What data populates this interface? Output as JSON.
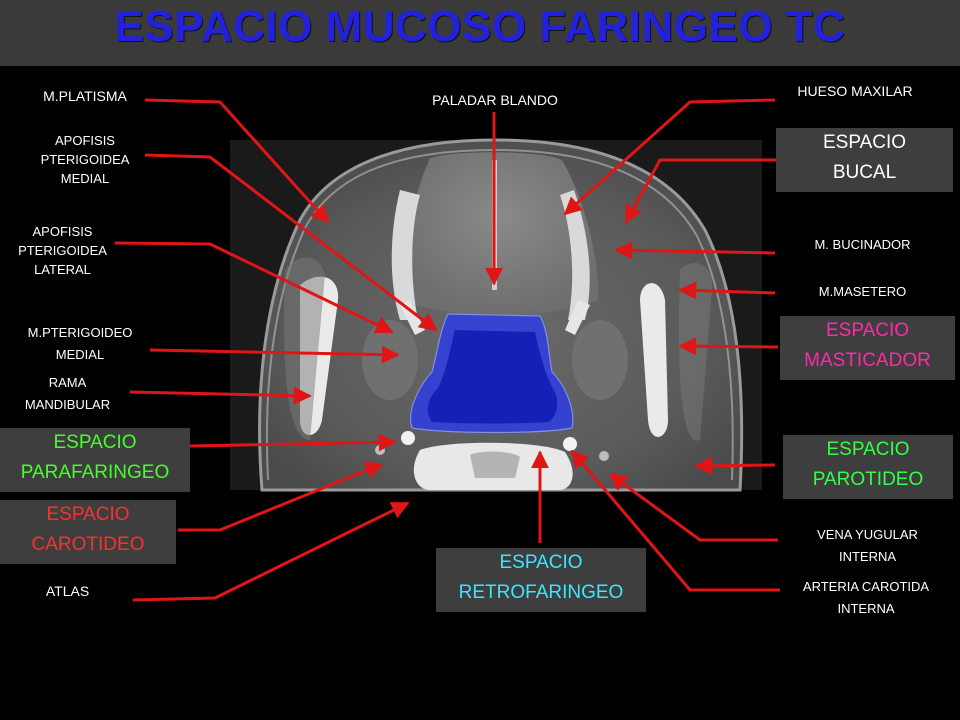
{
  "title": "ESPACIO MUCOSO FARINGEO TC",
  "colors": {
    "title": "#2222dd",
    "title_bar": "#3a3a3a",
    "arrow": "#e01515",
    "mucosal_overlay": "#2c3ce8",
    "box_bg": "#3e3e3e",
    "bucal": "#ffffff",
    "masticador": "#ff2aa6",
    "parafaringeo": "#44ff2a",
    "carotideo": "#ff2f2f",
    "parotideo": "#33ff44",
    "retrofaringeo": "#3de6ff"
  },
  "labels": {
    "platisma": "M.PLATISMA",
    "apof_medial": [
      "APOFISIS",
      "PTERIGOIDEA",
      "MEDIAL"
    ],
    "apof_lateral": [
      "APOFISIS",
      "PTERIGOIDEA",
      "LATERAL"
    ],
    "pterigoideo_medial": [
      "M.PTERIGOIDEO",
      "MEDIAL"
    ],
    "rama": [
      "RAMA",
      "MANDIBULAR"
    ],
    "atlas": "ATLAS",
    "paladar": "PALADAR BLANDO",
    "hueso_maxilar": "HUESO MAXILAR",
    "bucinador": "M. BUCINADOR",
    "masetero": "M.MASETERO",
    "vena_yugular": [
      "VENA YUGULAR",
      "INTERNA"
    ],
    "arteria_carotida": [
      "ARTERIA CAROTIDA",
      "INTERNA"
    ]
  },
  "spaces": {
    "bucal": [
      "ESPACIO",
      "BUCAL"
    ],
    "masticador": [
      "ESPACIO",
      "MASTICADOR"
    ],
    "parafaringeo": [
      "ESPACIO",
      "PARAFARINGEO"
    ],
    "carotideo": [
      "ESPACIO",
      "CAROTIDEO"
    ],
    "parotideo": [
      "ESPACIO",
      "PAROTIDEO"
    ],
    "retrofaringeo": [
      "ESPACIO",
      "RETROFARINGEO"
    ]
  }
}
